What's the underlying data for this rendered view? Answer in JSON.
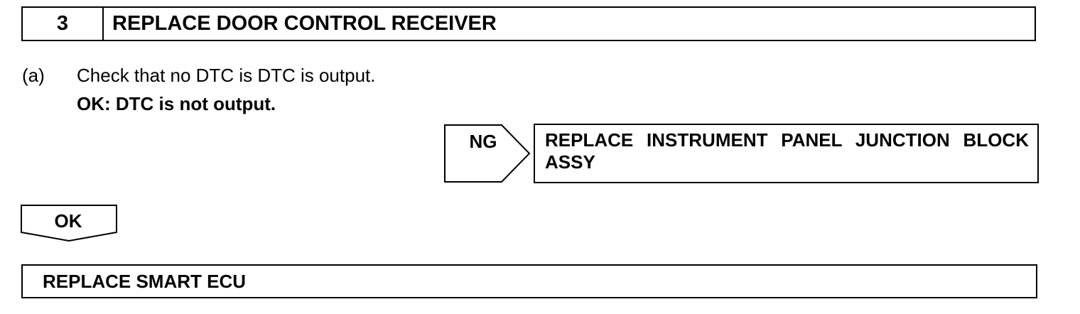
{
  "step": {
    "number": "3",
    "title": "REPLACE DOOR CONTROL RECEIVER"
  },
  "procedure": {
    "sub_label": "(a)",
    "instruction": "Check that no DTC is DTC is output.",
    "ok_criteria": "OK: DTC is not output."
  },
  "ng_branch": {
    "label": "NG",
    "result": "REPLACE INSTRUMENT PANEL JUNCTION BLOCK ASSY"
  },
  "ok_branch": {
    "label": "OK"
  },
  "final_step": {
    "result": "REPLACE SMART ECU"
  }
}
